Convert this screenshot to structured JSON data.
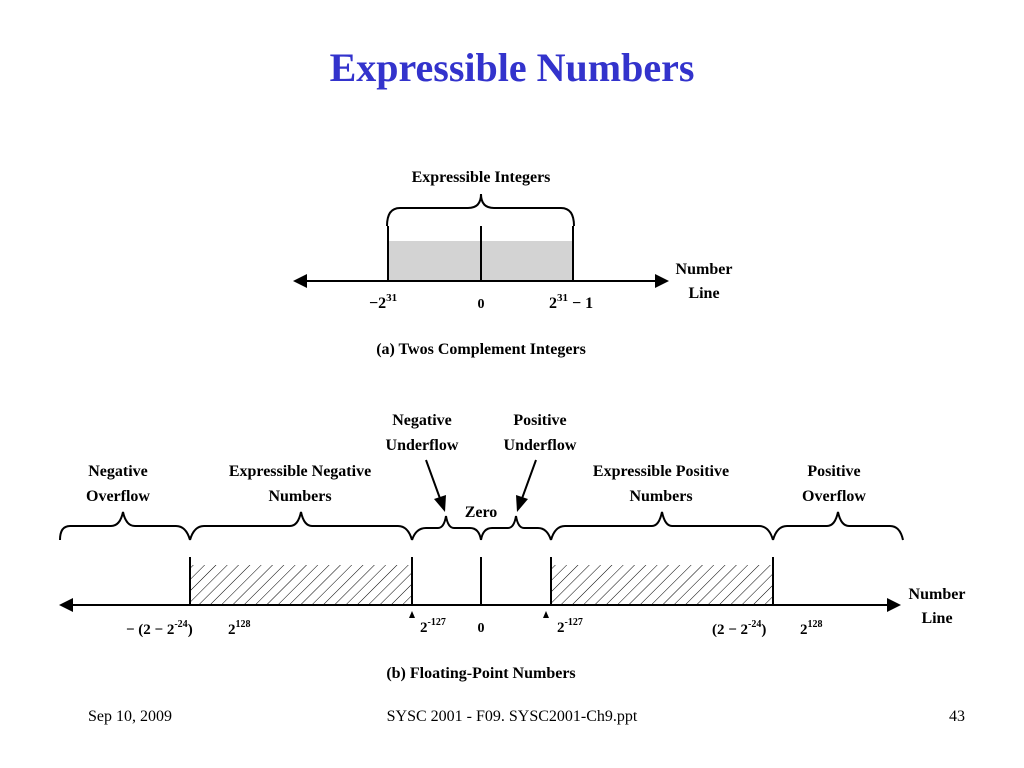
{
  "slide": {
    "title": "Expressible Numbers",
    "footer_date": "Sep 10, 2009",
    "footer_course": "SYSC 2001 - F09. SYSC2001-Ch9.ppt",
    "page_number": "43"
  },
  "diagram_a": {
    "range_label": "Expressible Integers",
    "axis_label_line1": "Number",
    "axis_label_line2": "Line",
    "tick_left_base": "−2",
    "tick_left_exp": "31",
    "tick_zero": "0",
    "tick_right_base": "2",
    "tick_right_exp": "31",
    "tick_right_suffix": " − 1",
    "caption": "(a) Twos Complement Integers",
    "fill_color": "#d3d3d3"
  },
  "diagram_b": {
    "neg_overflow_1": "Negative",
    "neg_overflow_2": "Overflow",
    "expr_neg_1": "Expressible Negative",
    "expr_neg_2": "Numbers",
    "neg_underflow_1": "Negative",
    "neg_underflow_2": "Underflow",
    "zero_label": "Zero",
    "pos_underflow_1": "Positive",
    "pos_underflow_2": "Underflow",
    "expr_pos_1": "Expressible Positive",
    "expr_pos_2": "Numbers",
    "pos_overflow_1": "Positive",
    "pos_overflow_2": "Overflow",
    "axis_label_line1": "Number",
    "axis_label_line2": "Line",
    "tick1_prefix": "− (2 − 2",
    "tick1_exp": "-24",
    "tick1_suffix": ")",
    "tick1_base2": "2",
    "tick1_exp2": "128",
    "tick2_base": "2",
    "tick2_exp": "-127",
    "tick_zero": "0",
    "tick3_base": "2",
    "tick3_exp": "-127",
    "tick4_prefix": "(2 − 2",
    "tick4_exp": "-24",
    "tick4_suffix": ")",
    "tick4_base2": "2",
    "tick4_exp2": "128",
    "caption": "(b) Floating-Point Numbers"
  }
}
